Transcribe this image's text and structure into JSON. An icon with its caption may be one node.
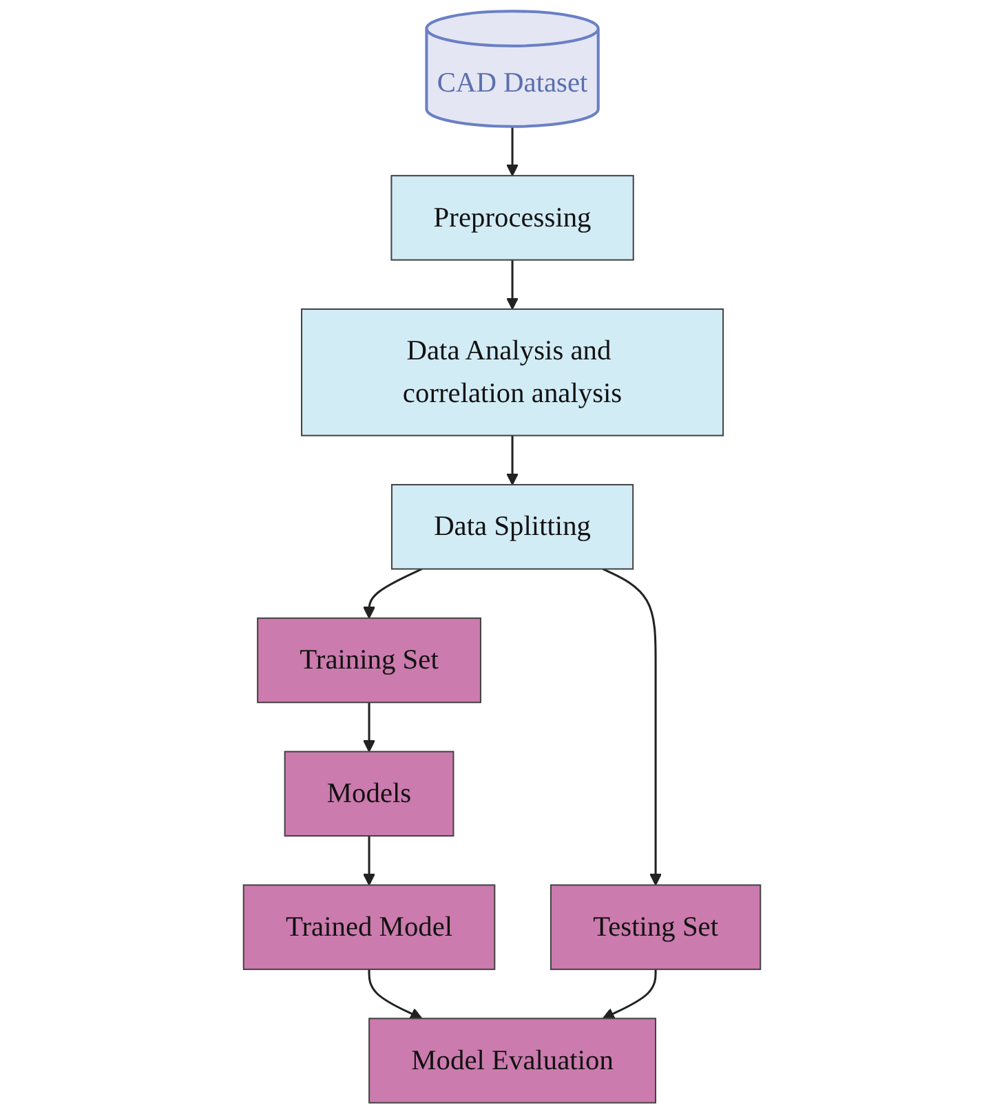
{
  "diagram": {
    "nodes": [
      {
        "text": [
          "CAD Dataset"
        ]
      },
      {
        "text": [
          "Preprocessing"
        ]
      },
      {
        "text": [
          "Data Analysis and correlation analysis"
        ]
      },
      {
        "text": [
          "Data Splitting"
        ]
      },
      {
        "text": [
          "Testing Set"
        ]
      },
      {
        "text": [
          "Training Set"
        ]
      },
      {
        "text": [
          "Models"
        ]
      },
      {
        "text": [
          "Trained Model"
        ]
      },
      {
        "text": [
          "Model Evaluation"
        ]
      }
    ],
    "edges": [
      {
        "from": 0,
        "to": 1,
        "arrow": "to"
      },
      {
        "from": 1,
        "to": 2,
        "arrow": "to"
      },
      {
        "from": 2,
        "to": 3,
        "arrow": "to"
      },
      {
        "from": 3,
        "to": 4,
        "arrow": "to"
      },
      {
        "from": 3,
        "to": 5,
        "arrow": "to"
      },
      {
        "from": 5,
        "to": 6,
        "arrow": "to"
      },
      {
        "from": 6,
        "to": 7,
        "arrow": "to"
      },
      {
        "from": 7,
        "to": 8,
        "arrow": "to"
      },
      {
        "from": 4,
        "to": 8,
        "arrow": "to"
      }
    ]
  }
}
